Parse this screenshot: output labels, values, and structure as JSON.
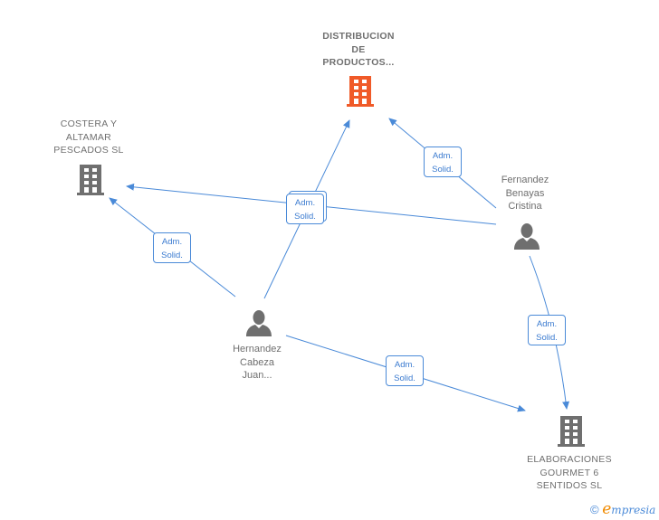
{
  "nodes": {
    "distribucion": {
      "label": "DISTRIBUCION\nDE\nPRODUCTOS...",
      "type": "company",
      "focus": true,
      "color": "#f05a28"
    },
    "costera": {
      "label": "COSTERA Y\nALTAMAR\nPESCADOS  SL",
      "type": "company",
      "color": "#6f6f6f"
    },
    "fernandez": {
      "label": "Fernandez\nBenayas\nCristina",
      "type": "person",
      "color": "#6f6f6f"
    },
    "hernandez": {
      "label": "Hernandez\nCabeza\nJuan...",
      "type": "person",
      "color": "#6f6f6f"
    },
    "elaboraciones": {
      "label": "ELABORACIONES\nGOURMET 6\nSENTIDOS  SL",
      "type": "company",
      "color": "#6f6f6f"
    }
  },
  "edges": [
    {
      "from": "fernandez",
      "to": "distribucion",
      "label_line1": "Adm.",
      "label_line2": "Solid."
    },
    {
      "from": "fernandez",
      "to": "costera",
      "label_line1": "Adm.",
      "label_line2": "Solid."
    },
    {
      "from": "hernandez",
      "to": "distribucion",
      "label_line1": "Adm.",
      "label_line2": "Solid."
    },
    {
      "from": "hernandez",
      "to": "costera",
      "label_line1": "Adm.",
      "label_line2": "Solid."
    },
    {
      "from": "fernandez",
      "to": "elaboraciones",
      "label_line1": "Adm.",
      "label_line2": "Solid."
    },
    {
      "from": "hernandez",
      "to": "elaboraciones",
      "label_line1": "Adm.",
      "label_line2": "Solid."
    }
  ],
  "edge_color": "#4a8ad8",
  "brand": {
    "copyright": "©",
    "e": "e",
    "rest": "mpresia"
  }
}
